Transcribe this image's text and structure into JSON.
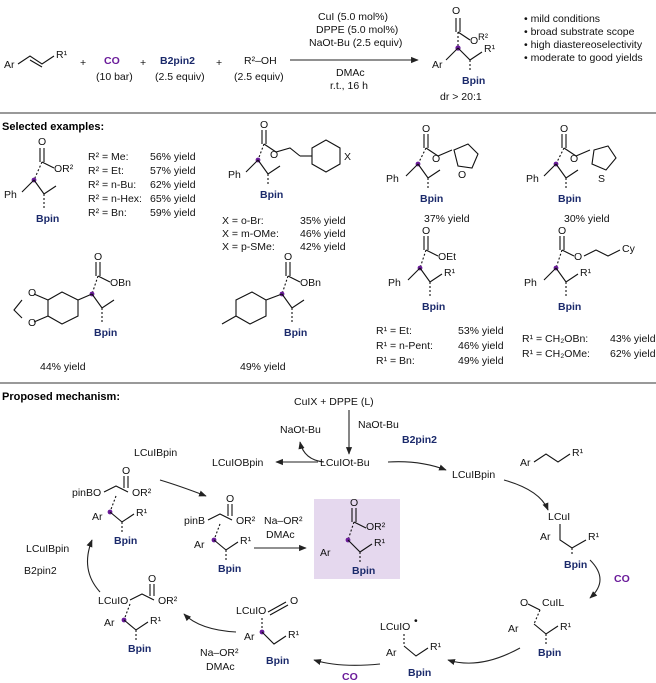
{
  "scheme": {
    "reagents": {
      "co": "CO",
      "co_cond": "(10 bar)",
      "b2pin2": "B2pin2",
      "b2pin2_cond": "(2.5 equiv)",
      "alcohol": "R²–OH",
      "alcohol_cond": "(2.5 equiv)",
      "alkene_r": "R¹",
      "ar": "Ar"
    },
    "conditions": [
      "CuI (5.0 mol%)",
      "DPPE (5.0 mol%)",
      "NaOt-Bu (2.5 equiv)",
      "DMAc",
      "r.t., 16 h"
    ],
    "product_dr": "dr > 20:1",
    "features": [
      "• mild conditions",
      "• broad substrate scope",
      "• high diastereoselectivity",
      "• moderate to good yields"
    ]
  },
  "selected": {
    "header": "Selected examples:",
    "esters": [
      "R² = Me:",
      "R² = Et:",
      "R² = n-Bu:",
      "R² = n-Hex:",
      "R² = Bn:"
    ],
    "ester_yields": [
      "56% yield",
      "57% yield",
      "62% yield",
      "65% yield",
      "59% yield"
    ],
    "benzyl": [
      "X = o-Br:",
      "X = m-OMe:",
      "X = p-SMe:"
    ],
    "benzyl_yields": [
      "35% yield",
      "46% yield",
      "42% yield"
    ],
    "furyl_yield": "37% yield",
    "thienyl_yield": "30% yield",
    "benzodioxole_yield": "44% yield",
    "tolyl_yield": "49% yield",
    "r1_a": [
      "R¹ = Et:",
      "R¹ = n-Pent:",
      "R¹ = Bn:"
    ],
    "r1_a_yields": [
      "53% yield",
      "46% yield",
      "49% yield"
    ],
    "r1_b": [
      "R¹ = CH₂OBn:",
      "R¹ = CH₂OMe:"
    ],
    "r1_b_yields": [
      "43% yield",
      "62% yield"
    ]
  },
  "mechanism": {
    "header": "Proposed mechanism:",
    "start": "CuIX + DPPE (L)",
    "labels": {
      "naotbu": "NaOt-Bu",
      "naotbu_out": "NaOt-Bu",
      "lcuotbu": "LCuIOt-Bu",
      "lcuobpin": "LCuIOBpin",
      "lcubpin_a": "LCuIBpin",
      "lcubpin_b": "LCuIBpin",
      "lcubpin_c": "LCuIBpin",
      "b2pin2_a": "B2pin2",
      "b2pin2_b": "B2pin2",
      "co_a": "CO",
      "co_b": "CO",
      "naor_a": "Na–OR²",
      "dmac_a": "DMAc",
      "naor_b": "Na–OR²",
      "dmac_b": "DMAc",
      "pinbo": "pinBO",
      "pinb": "pinB"
    }
  },
  "colors": {
    "navy": "#1b2a6b",
    "purple": "#6a1b9a",
    "highlight": "#e5d8ee"
  }
}
